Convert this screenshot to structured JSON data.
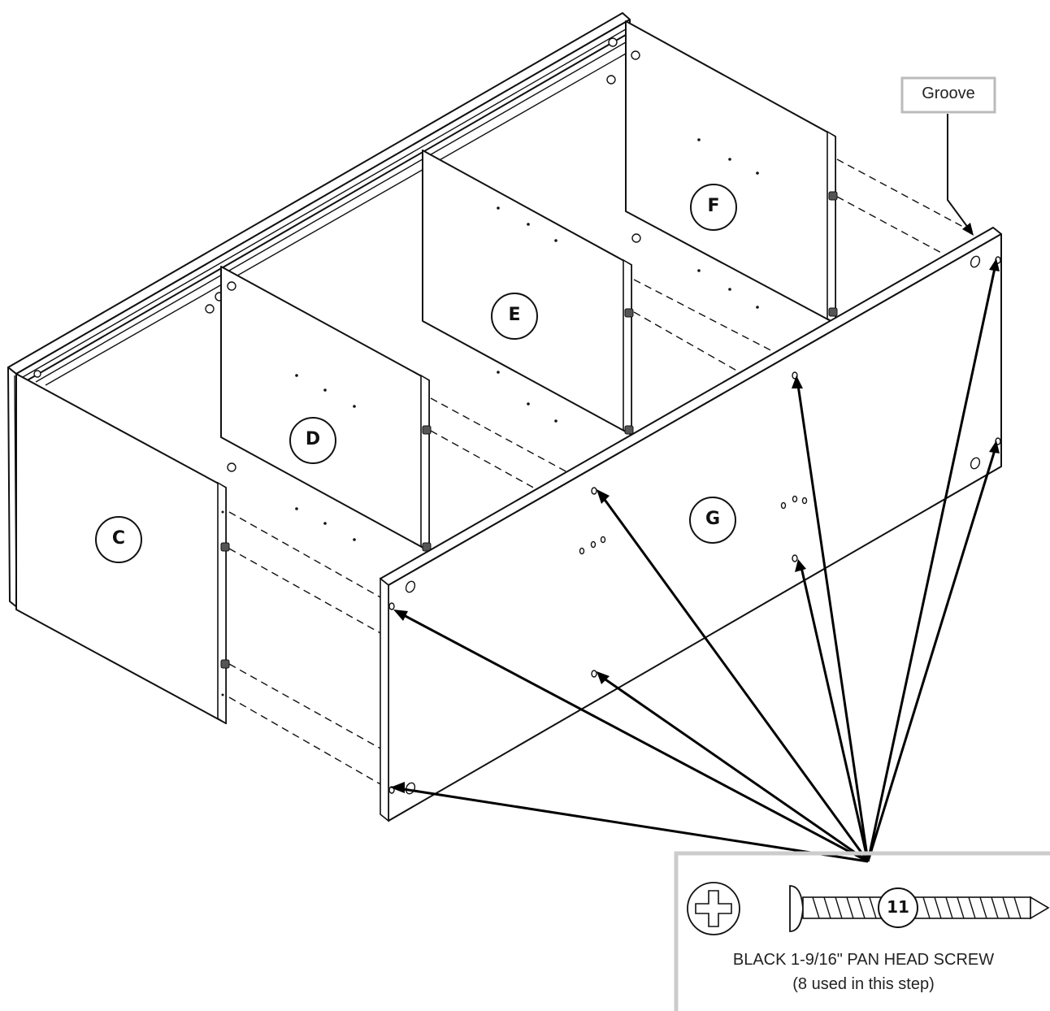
{
  "labels": {
    "panel_c": "C",
    "panel_d": "D",
    "panel_e": "E",
    "panel_f": "F",
    "panel_g": "G"
  },
  "callout": {
    "groove": "Groove"
  },
  "hardware": {
    "part_number": "11",
    "name": "BLACK 1-9/16\" PAN HEAD SCREW",
    "quantity_note": "(8 used in this step)"
  }
}
